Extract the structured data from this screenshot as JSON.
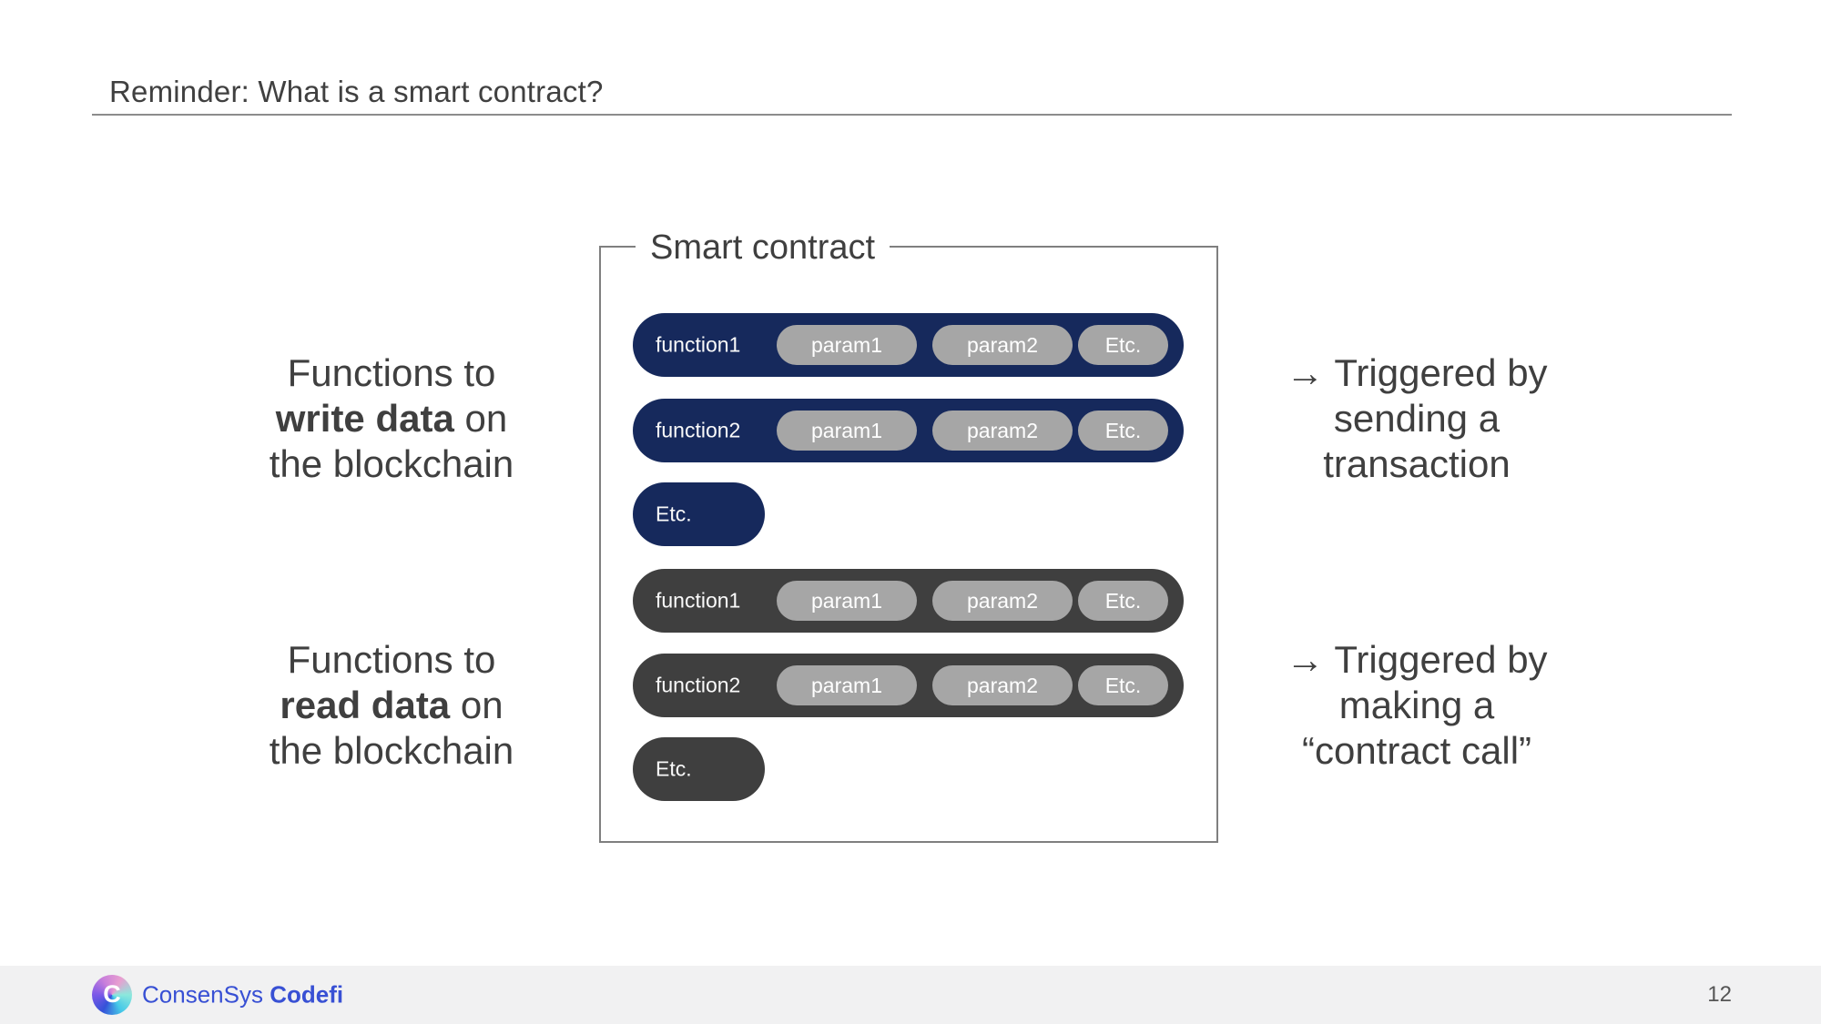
{
  "slide": {
    "title": "Reminder: What is a smart contract?"
  },
  "smart_contract_box": {
    "title": "Smart contract",
    "write_functions": [
      {
        "name": "function1",
        "params": [
          "param1",
          "param2",
          "Etc."
        ]
      },
      {
        "name": "function2",
        "params": [
          "param1",
          "param2",
          "Etc."
        ]
      },
      {
        "name": "Etc.",
        "params": []
      }
    ],
    "read_functions": [
      {
        "name": "function1",
        "params": [
          "param1",
          "param2",
          "Etc."
        ]
      },
      {
        "name": "function2",
        "params": [
          "param1",
          "param2",
          "Etc."
        ]
      },
      {
        "name": "Etc.",
        "params": []
      }
    ]
  },
  "annotations": {
    "write_label": {
      "line1": "Functions to",
      "bold": "write data",
      "after_bold": " on",
      "line3": "the blockchain"
    },
    "read_label": {
      "line1": "Functions to",
      "bold": "read data",
      "after_bold": " on",
      "line3": "the blockchain"
    },
    "write_trigger": {
      "line1": "→ Triggered by",
      "line2": "sending a",
      "line3": "transaction"
    },
    "read_trigger": {
      "line1": "→ Triggered by",
      "line2": "making a",
      "line3": "“contract call”"
    }
  },
  "footer": {
    "brand_name": "ConsenSys",
    "brand_product": "Codefi",
    "logo_icon": "consensys-logo",
    "logo_glyph": "C",
    "page_number": "12"
  },
  "colors": {
    "write_pill_navy": "#16295c",
    "read_pill_charcoal": "#3f3f3f",
    "param_pill_gray": "#a6a6a6",
    "box_border_gray": "#7f7f7f",
    "body_text": "#404040",
    "brand_blue": "#3850d4",
    "footer_background": "#f1f1f2"
  }
}
